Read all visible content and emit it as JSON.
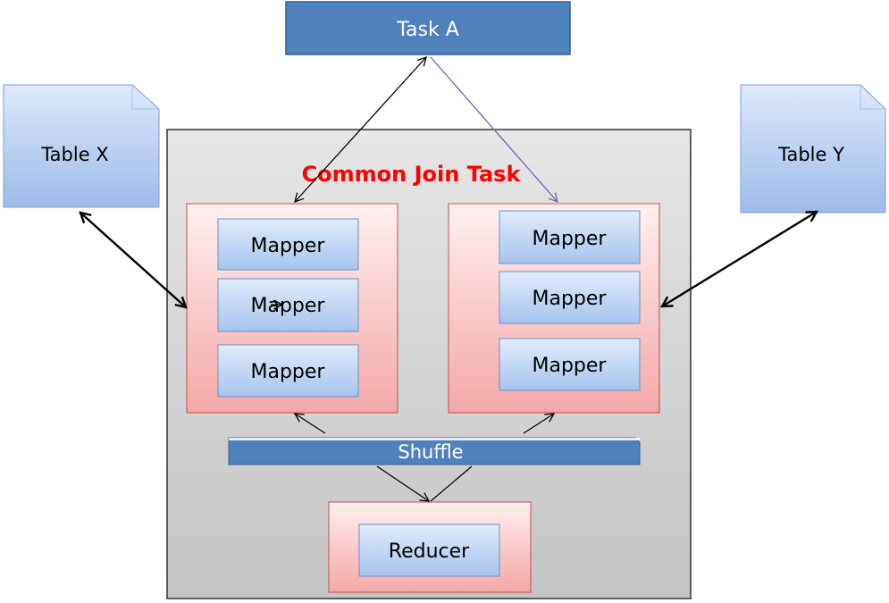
{
  "nodes": {
    "task_a": "Task A",
    "table_x": "Table X",
    "table_y": "Table Y",
    "join_title": "Common Join Task",
    "mapper": "Mapper",
    "shuffle": "Shuffle",
    "reducer": "Reducer"
  },
  "colors": {
    "background": "#ffffff",
    "task_blue": "#4f81bd",
    "join_title_red": "#ff0000",
    "mapper_fill": "#c6d9f1",
    "group_fill": "#f9d0d0",
    "container_fill": "#dcdcdc"
  }
}
